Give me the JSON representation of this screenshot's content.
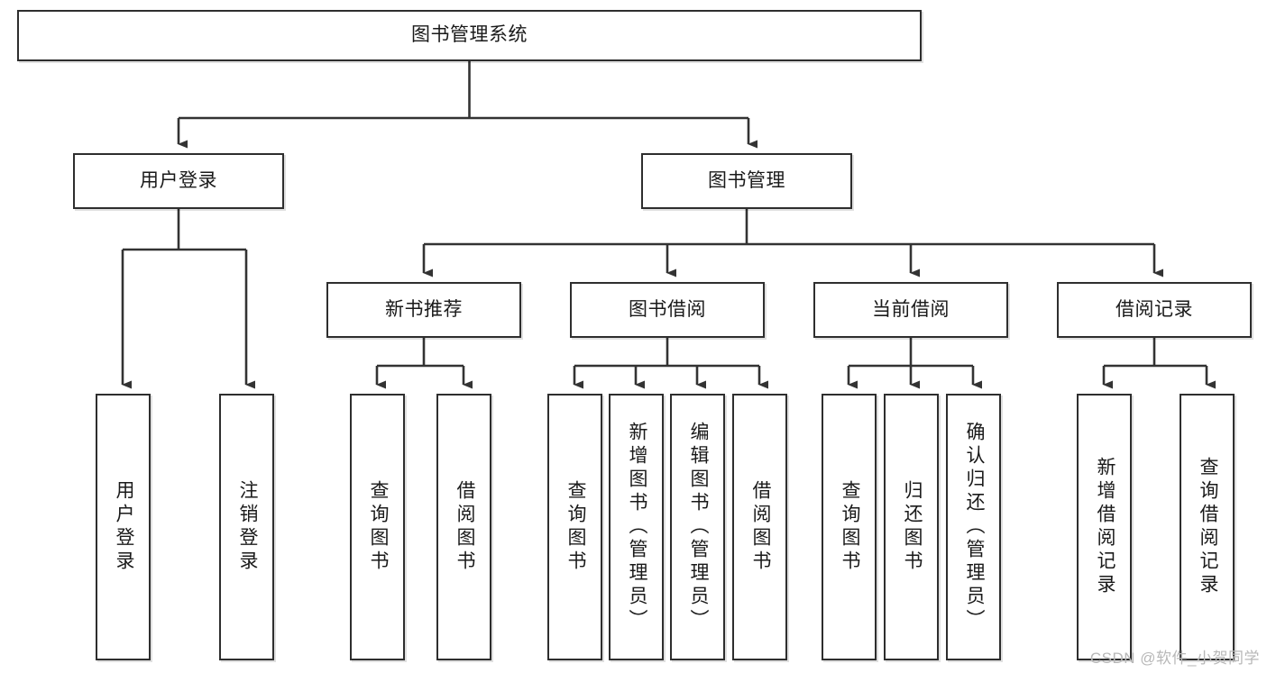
{
  "diagram": {
    "type": "tree-hierarchy",
    "title": "图书管理系统",
    "orientation": "top-down",
    "colors": {
      "box_border": "#2e2e2e",
      "box_fill": "#ffffff",
      "connector": "#333333",
      "text": "#1a1a1a",
      "watermark": "#b8b8b8"
    },
    "levels": {
      "root": "图书管理系统",
      "level2": [
        "用户登录",
        "图书管理"
      ],
      "level3": [
        "新书推荐",
        "图书借阅",
        "当前借阅",
        "借阅记录"
      ]
    },
    "nodes": {
      "root": {
        "label": "图书管理系统"
      },
      "user_login": {
        "label": "用户登录"
      },
      "book_manage": {
        "label": "图书管理"
      },
      "new_book_rec": {
        "label": "新书推荐"
      },
      "book_borrow": {
        "label": "图书借阅"
      },
      "current_borrow": {
        "label": "当前借阅"
      },
      "borrow_record": {
        "label": "借阅记录"
      }
    },
    "leaves": {
      "user_login": [
        {
          "label": "用户登录"
        },
        {
          "label": "注销登录"
        }
      ],
      "new_book_rec": [
        {
          "label": "查询图书"
        },
        {
          "label": "借阅图书"
        }
      ],
      "book_borrow": [
        {
          "label": "查询图书"
        },
        {
          "label": "新增图书（管理员）"
        },
        {
          "label": "编辑图书（管理员）"
        },
        {
          "label": "借阅图书"
        }
      ],
      "current_borrow": [
        {
          "label": "查询图书"
        },
        {
          "label": "归还图书"
        },
        {
          "label": "确认归还（管理员）"
        }
      ],
      "borrow_record": [
        {
          "label": "新增借阅记录"
        },
        {
          "label": "查询借阅记录"
        }
      ]
    }
  },
  "watermark": {
    "text": "CSDN @软件_小贺同学"
  }
}
